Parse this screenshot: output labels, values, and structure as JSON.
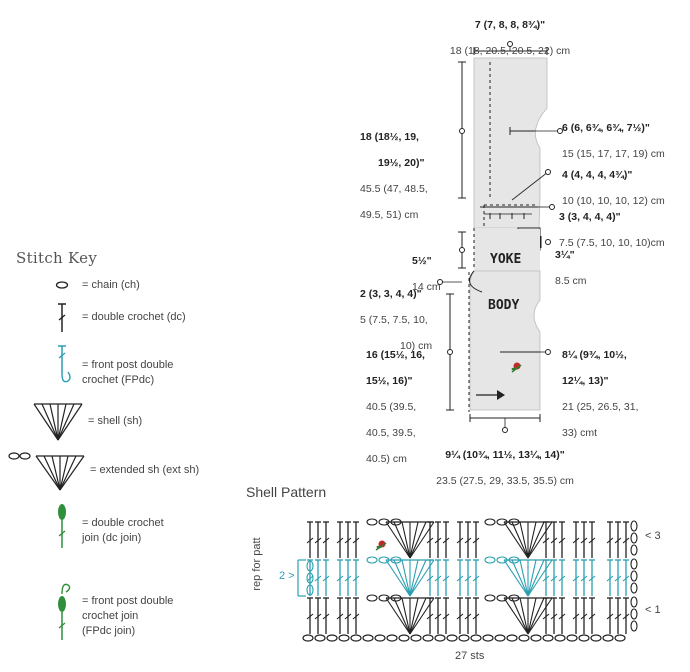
{
  "schematic": {
    "top_width": {
      "imperial": "7 (7, 8, 8, 8¾)\"",
      "metric": "18 (18, 20.5, 20.5, 22) cm"
    },
    "yoke_height": {
      "imperial_l1": "18 (18½, 19,",
      "imperial_l2": "19½, 20)\"",
      "metric_l1": "45.5 (47, 48.5,",
      "metric_l2": "49.5, 51) cm"
    },
    "shoulder_width": {
      "imperial": "6 (6, 6¾, 6¾, 7½)\"",
      "metric": "15 (15, 17, 17, 19) cm"
    },
    "armhole": {
      "imperial": "4 (4, 4, 4, 4¾)\"",
      "metric": "10 (10, 10, 10, 12) cm"
    },
    "neck_width": {
      "imperial": "3 (3, 4, 4, 4)\"",
      "metric": "7.5 (7.5, 10, 10, 10)cm"
    },
    "neck_depth": {
      "imperial": "3¼\"",
      "metric": "8.5 cm"
    },
    "yoke_depth": {
      "imperial": "5½\"",
      "metric": "14 cm"
    },
    "body_side": {
      "imperial": "2 (3, 3, 4, 4)\"",
      "metric_l1": "5 (7.5, 7.5, 10,",
      "metric_l2": "10) cm"
    },
    "body_length": {
      "imperial_l1": "16 (15½, 16,",
      "imperial_l2": "15½, 16)\"",
      "metric_l1": "40.5 (39.5,",
      "metric_l2": "40.5, 39.5,",
      "metric_l3": "40.5) cm"
    },
    "body_width": {
      "imperial_l1": "8¼ (9¾, 10½,",
      "imperial_l2": "12¼, 13)\"",
      "metric_l1": "21 (25, 26.5, 31,",
      "metric_l2": "33) cmt"
    },
    "bottom_width": {
      "imperial": "9¼ (10¾, 11½, 13¼, 14)\"",
      "metric": "23.5 (27.5, 29, 33.5, 35.5) cm"
    },
    "panel_labels": {
      "yoke": "YOKE",
      "body": "BODY"
    }
  },
  "stitch_key": {
    "title": "Stitch Key",
    "items": [
      {
        "label": "= chain (ch)",
        "icon": "chain-icon"
      },
      {
        "label": "= double crochet (dc)",
        "icon": "dc-icon"
      },
      {
        "label": "= front post double\ncrochet (FPdc)",
        "icon": "fpdc-icon"
      },
      {
        "label": "= shell (sh)",
        "icon": "shell-icon"
      },
      {
        "label": "= extended sh (ext sh)",
        "icon": "ext-shell-icon"
      },
      {
        "label": "= double crochet\njoin (dc join)",
        "icon": "dc-join-icon"
      },
      {
        "label": "= front post double\ncrochet join\n(FPdc join)",
        "icon": "fpdc-join-icon"
      }
    ]
  },
  "shell_pattern": {
    "title": "Shell Pattern",
    "rep_label": "rep for patt",
    "rep_rows": "2 >",
    "row_labels": [
      "< 3",
      "< 1"
    ],
    "stitch_count": "27 sts"
  },
  "colors": {
    "accent": "#2a9fb0",
    "join_green": "#2f8f3a",
    "line": "#222222"
  }
}
